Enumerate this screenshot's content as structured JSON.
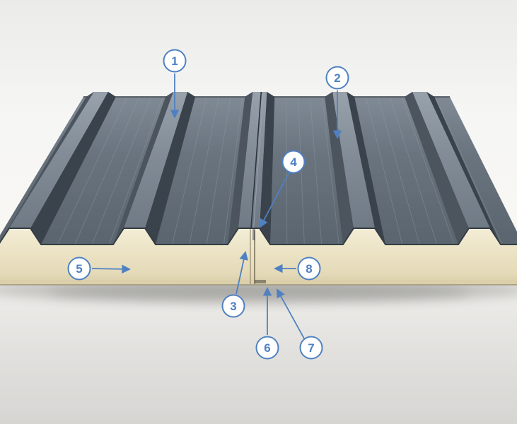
{
  "colors": {
    "accent": "#4f80c2",
    "panel_metal_dark": "#3a424b",
    "panel_metal_mid": "#6a747f",
    "panel_metal_light": "#8d97a2",
    "foam_core": "#ece3c4",
    "background": "#f0efed"
  },
  "callouts": [
    {
      "label": "1"
    },
    {
      "label": "2"
    },
    {
      "label": "3"
    },
    {
      "label": "4"
    },
    {
      "label": "5"
    },
    {
      "label": "6"
    },
    {
      "label": "7"
    },
    {
      "label": "8"
    }
  ]
}
